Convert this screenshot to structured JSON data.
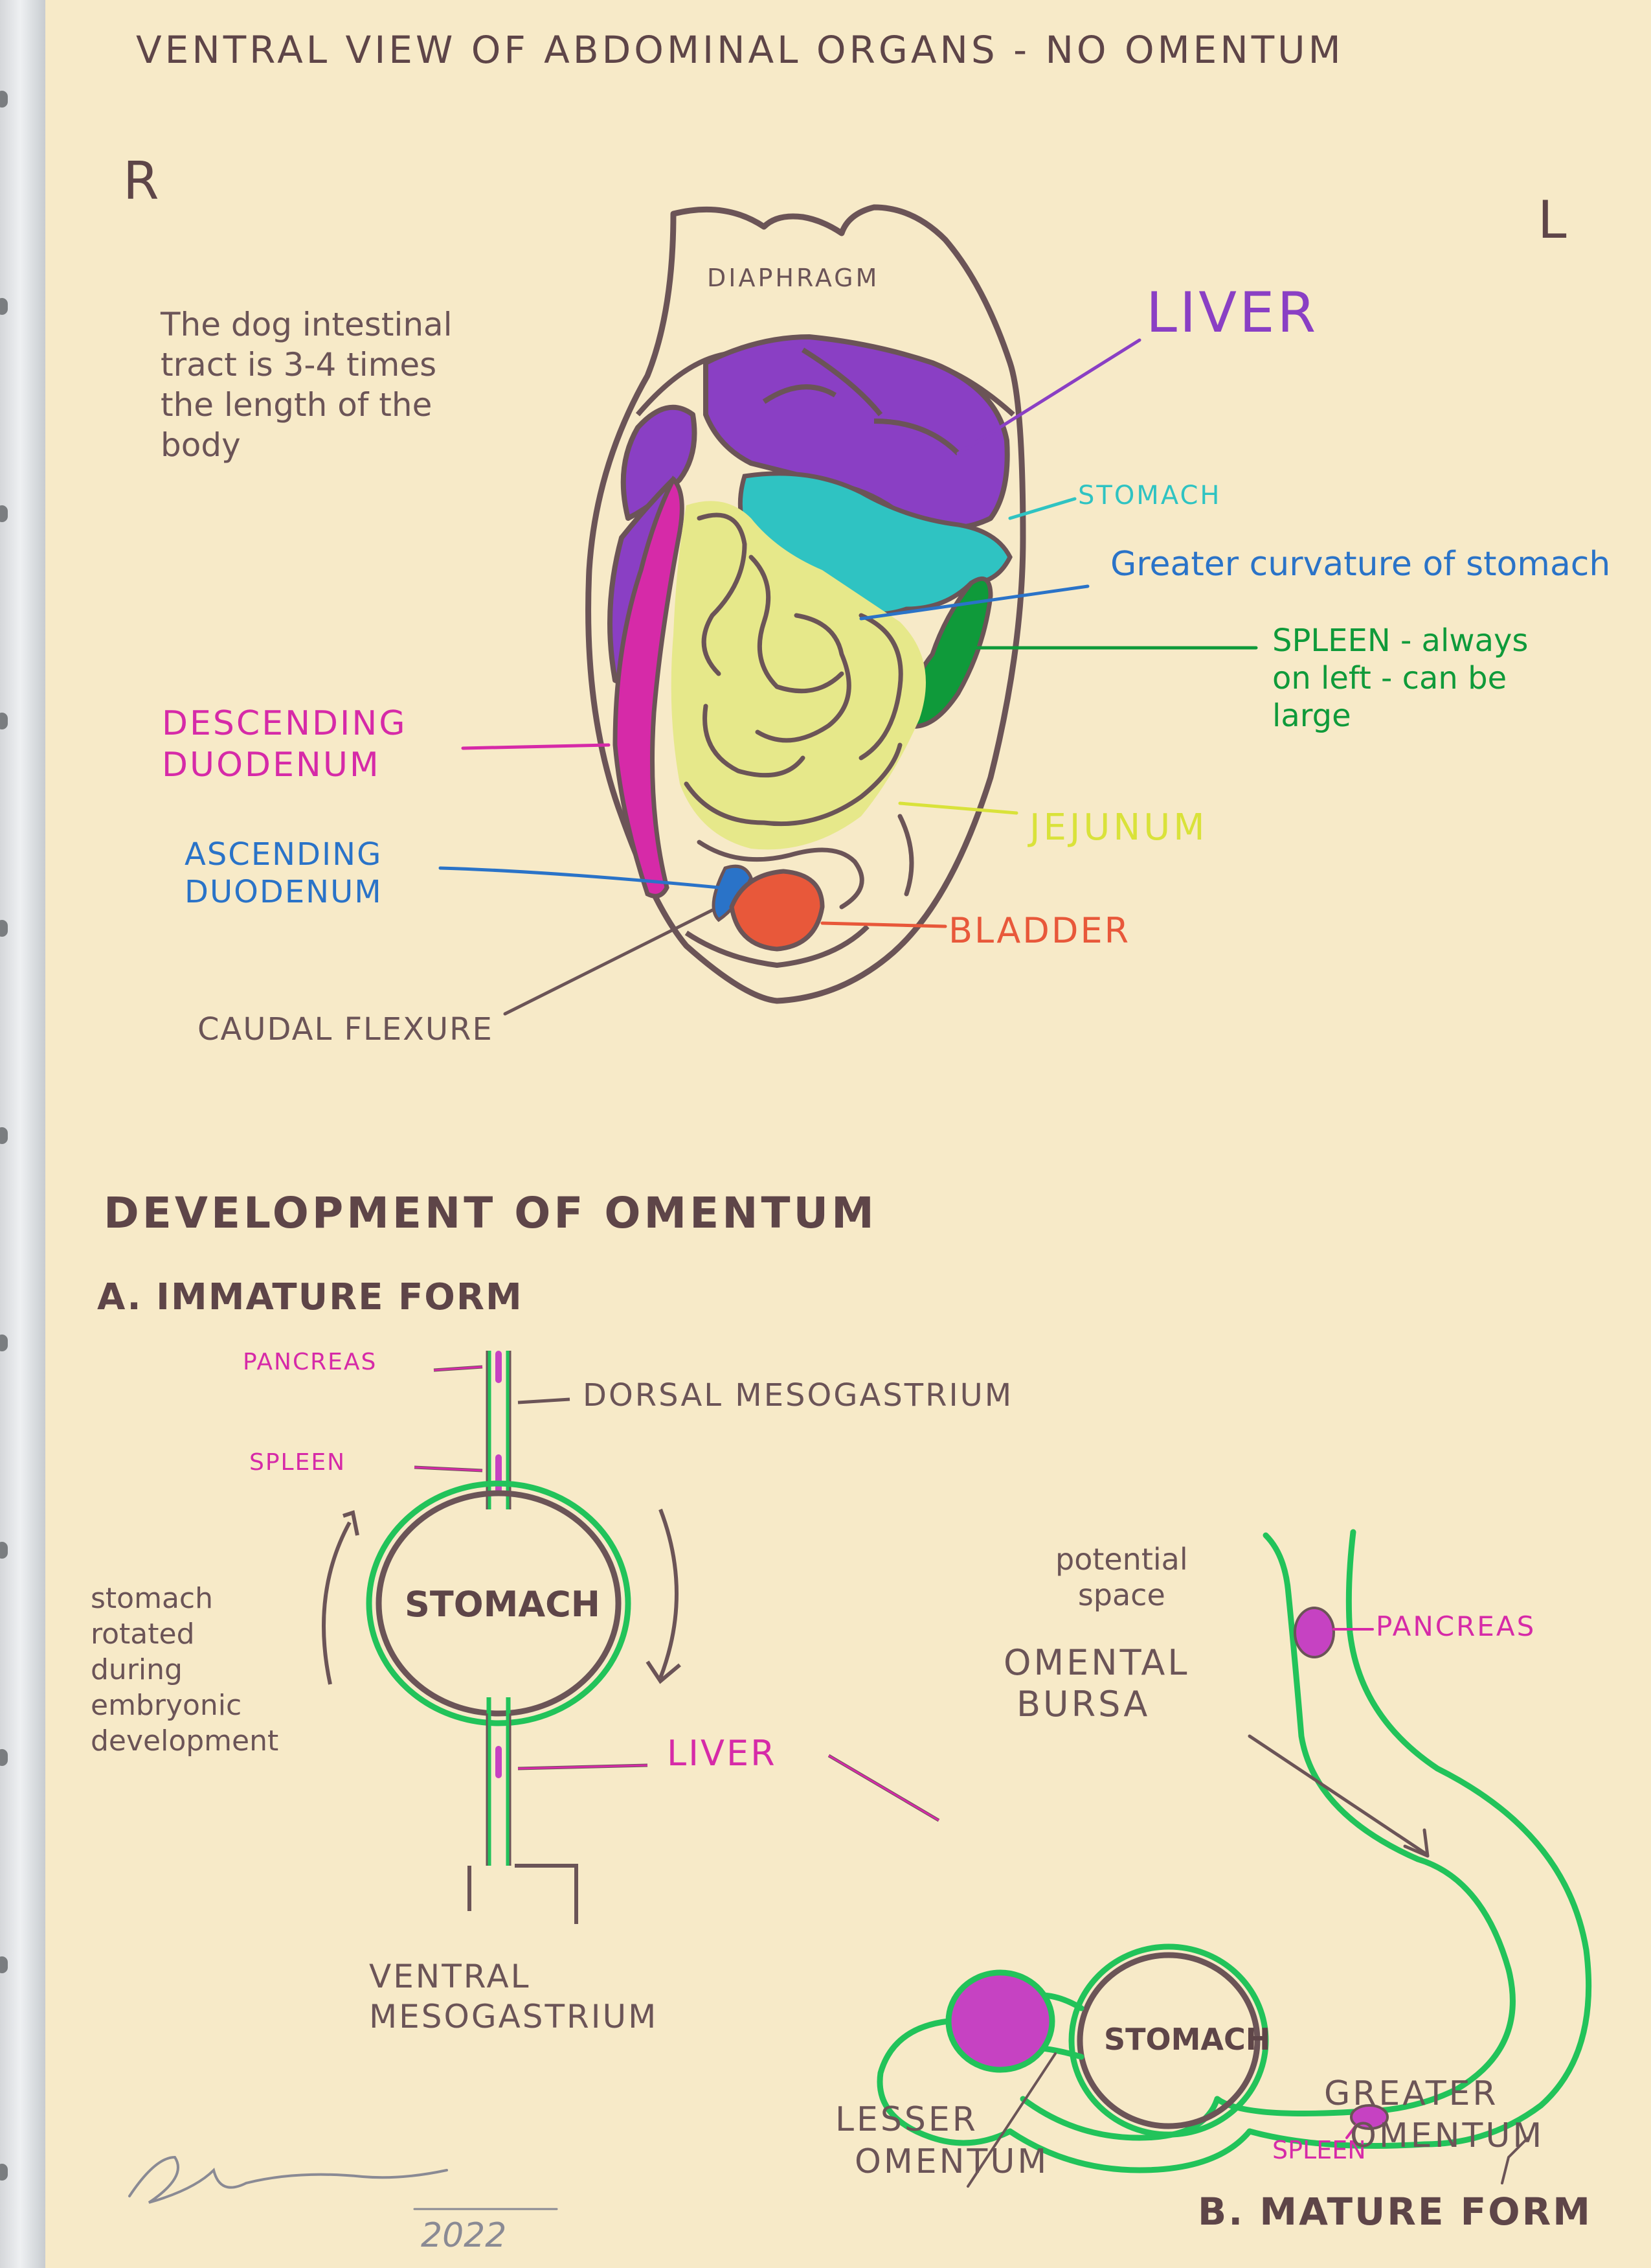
{
  "colors": {
    "paper": "#f7eac8",
    "outline": "#6b5457",
    "liver": "#8a3fc4",
    "stomach": "#2fc3c2",
    "spleen": "#0f9a3a",
    "duodenum": "#d62aa8",
    "jejunum": "#d9e23a",
    "bladder": "#e8583a",
    "ascending_duodenum": "#2a73c8",
    "omentum": "#22c35a",
    "mature_organ": "#c642c2"
  },
  "title": "VENTRAL VIEW OF ABDOMINAL ORGANS - NO OMENTUM",
  "orientation": {
    "right": "R",
    "left": "L"
  },
  "top_diagram": {
    "note": [
      "The dog intestinal",
      "tract is 3-4 times",
      "the length of the",
      "body"
    ],
    "labels": {
      "diaphragm": "DIAPHRAGM",
      "liver": "LIVER",
      "stomach": "STOMACH",
      "greater_curvature": "Greater curvature of stomach",
      "spleen": [
        "SPLEEN - always",
        "on left - can be",
        "large"
      ],
      "descending_duodenum": [
        "DESCENDING",
        "DUODENUM"
      ],
      "jejunum": "JEJUNUM",
      "ascending_duodenum": [
        "ASCENDING",
        "DUODENUM"
      ],
      "bladder": "BLADDER",
      "caudal_flexure": "CAUDAL FLEXURE"
    }
  },
  "section_title": "DEVELOPMENT OF OMENTUM",
  "immature": {
    "title": "A. IMMATURE FORM",
    "pancreas": "PANCREAS",
    "spleen": "SPLEEN",
    "dorsal_mesogastrium": "DORSAL MESOGASTRIUM",
    "stomach": "STOMACH",
    "rotation_note": [
      "stomach",
      "rotated",
      "during",
      "embryonic",
      "development"
    ],
    "liver": "LIVER",
    "ventral_mesogastrium": [
      "VENTRAL",
      "MESOGASTRIUM"
    ]
  },
  "mature": {
    "title": "B. MATURE FORM",
    "potential_space": [
      "potential",
      "space"
    ],
    "omental_bursa": [
      "OMENTAL",
      "BURSA"
    ],
    "pancreas": "PANCREAS",
    "stomach": "STOMACH",
    "spleen": "SPLEEN",
    "lesser_omentum": [
      "LESSER",
      "OMENTUM"
    ],
    "greater_omentum": [
      "GREATER",
      "OMENTUM"
    ]
  },
  "signature_year": "2022"
}
